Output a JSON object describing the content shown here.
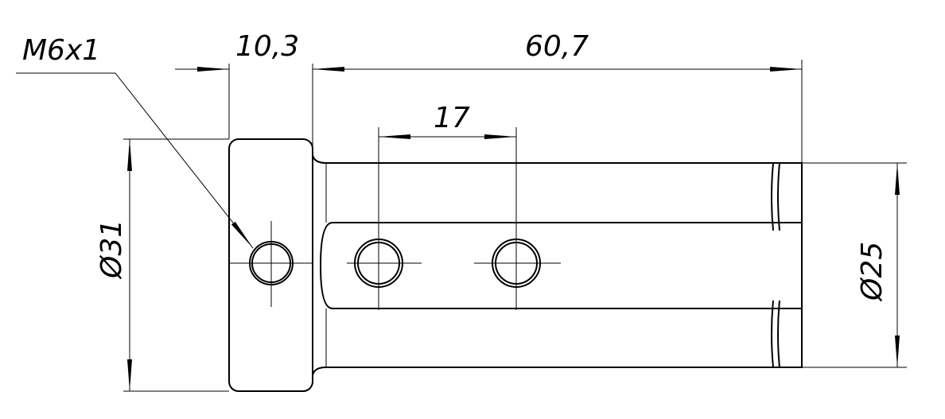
{
  "drawing": {
    "thread_label": "M6x1",
    "dimensions": {
      "flange_width": "10,3",
      "body_length": "60,7",
      "hole_spacing": "17",
      "flange_diameter": "Ø31",
      "body_diameter": "Ø25"
    }
  }
}
